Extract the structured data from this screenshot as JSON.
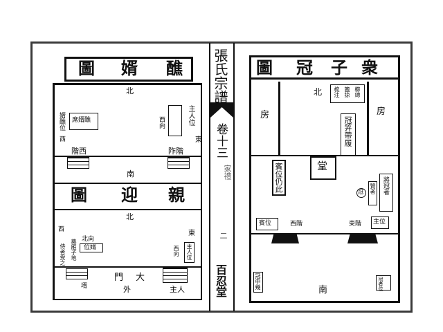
{
  "spine": {
    "title": "張氏宗譜",
    "volume": "卷十三",
    "section": "家禮",
    "page": "二",
    "hall": "百忍堂"
  },
  "left_page": {
    "top_diagram": {
      "title": [
        "醮",
        "婿",
        "圖"
      ],
      "north": "北",
      "labels": [
        "婿醮位",
        "席婿醮",
        "西向",
        "主人位",
        "東",
        "階西",
        "阼階",
        "西",
        "南"
      ]
    },
    "bottom_diagram": {
      "title": [
        "親",
        "迎",
        "圖"
      ],
      "north": "北",
      "labels": [
        "西",
        "北向",
        "位婿",
        "奠雁子地",
        "侍者受之",
        "東",
        "主人位",
        "西向",
        "大門",
        "大",
        "門",
        "外",
        "壻",
        "主人"
      ]
    }
  },
  "right_page": {
    "diagram": {
      "title": [
        "衆",
        "子",
        "冠",
        "圖"
      ],
      "north": "北",
      "rooms": [
        "房",
        "房"
      ],
      "hall": "堂",
      "labels": [
        "櫛總",
        "篦掠",
        "梳注",
        "冠笄帶履",
        "賓位仍此",
        "西階",
        "東階",
        "主位",
        "冠",
        "贊者",
        "將冠者",
        "賓位",
        "南",
        "冠中幾",
        "冠者位"
      ]
    }
  }
}
